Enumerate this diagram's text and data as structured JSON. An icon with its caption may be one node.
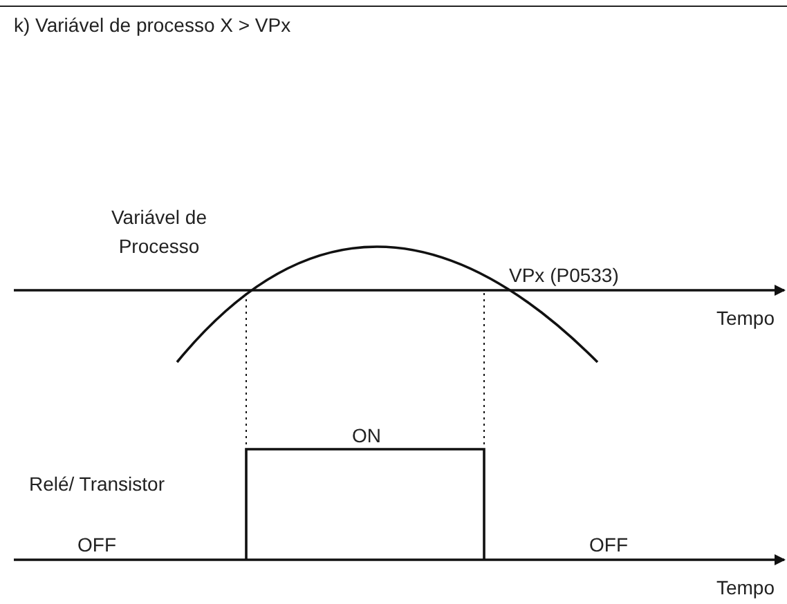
{
  "diagram": {
    "title": "k) Variável de processo X > VPx",
    "labels": [
      "Variável de Processo",
      "VPx (P0533)",
      "Tempo",
      "ON",
      "Relé/ Transistor",
      "OFF",
      "OFF",
      "Tempo"
    ]
  }
}
